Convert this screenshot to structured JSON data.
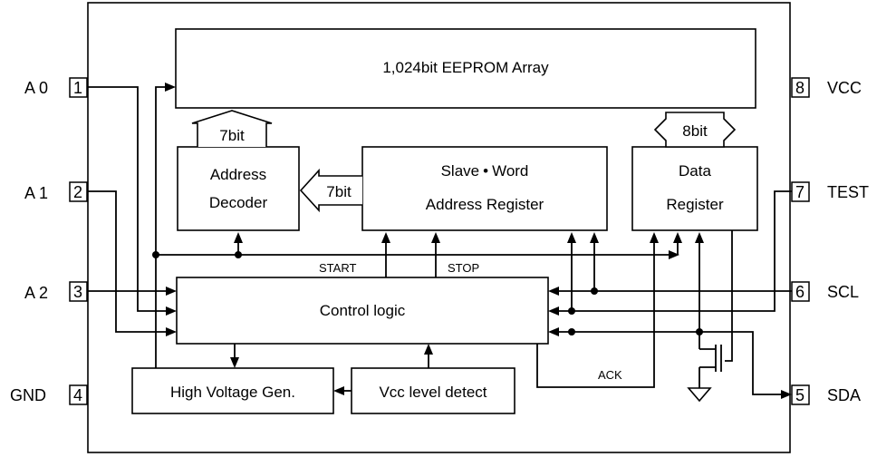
{
  "blocks": {
    "eeprom": "1,024bit EEPROM Array",
    "address_decoder_line1": "Address",
    "address_decoder_line2": "Decoder",
    "slave_word_line1": "Slave",
    "slave_word_line1b": "Word",
    "slave_word_line2": "Address Register",
    "data_register_line1": "Data",
    "data_register_line2": "Register",
    "control_logic": "Control logic",
    "high_voltage": "High Voltage Gen.",
    "vcc_detect": "Vcc level detect"
  },
  "buses": {
    "bus_7bit_top": "7bit",
    "bus_7bit_side": "7bit",
    "bus_8bit": "8bit"
  },
  "signals": {
    "start": "START",
    "stop": "STOP",
    "ack": "ACK"
  },
  "pins": {
    "left": [
      {
        "number": "1",
        "name": "A 0"
      },
      {
        "number": "2",
        "name": "A 1"
      },
      {
        "number": "3",
        "name": "A 2"
      },
      {
        "number": "4",
        "name": "GND"
      }
    ],
    "right": [
      {
        "number": "8",
        "name": "VCC"
      },
      {
        "number": "7",
        "name": "TEST"
      },
      {
        "number": "6",
        "name": "SCL"
      },
      {
        "number": "5",
        "name": "SDA"
      }
    ]
  }
}
